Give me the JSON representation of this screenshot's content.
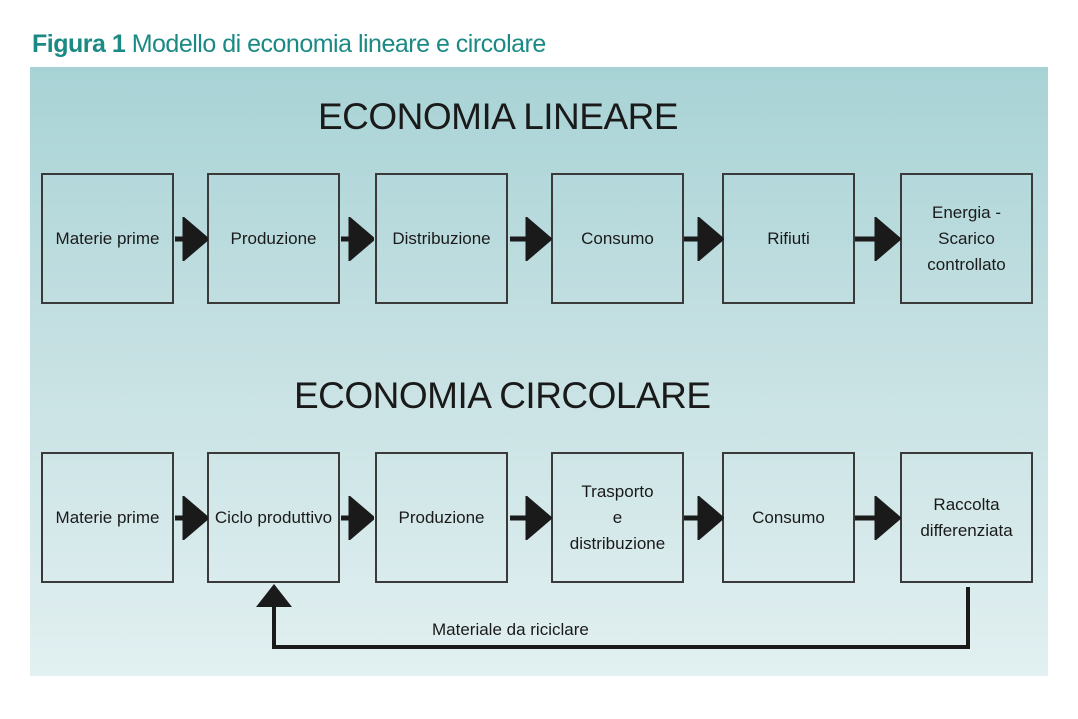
{
  "figure": {
    "label": "Figura 1",
    "title": "Modello di economia lineare e circolare"
  },
  "linear": {
    "heading": "ECONOMIA LINEARE",
    "steps": [
      "Materie prime",
      "Produzione",
      "Distribuzione",
      "Consumo",
      "Rifiuti",
      "Energia -\nScarico\ncontrollato"
    ]
  },
  "circular": {
    "heading": "ECONOMIA CIRCOLARE",
    "steps": [
      "Materie prime",
      "Ciclo produttivo",
      "Produzione",
      "Trasporto\ne\ndistribuzione",
      "Consumo",
      "Raccolta\ndifferenziata"
    ],
    "loop_label": "Materiale da riciclare"
  },
  "colors": {
    "caption": "#1c8a84",
    "panel_top": "#a8d3d6",
    "panel_bottom": "#e2f0f1",
    "stroke": "#1a1a1a"
  }
}
